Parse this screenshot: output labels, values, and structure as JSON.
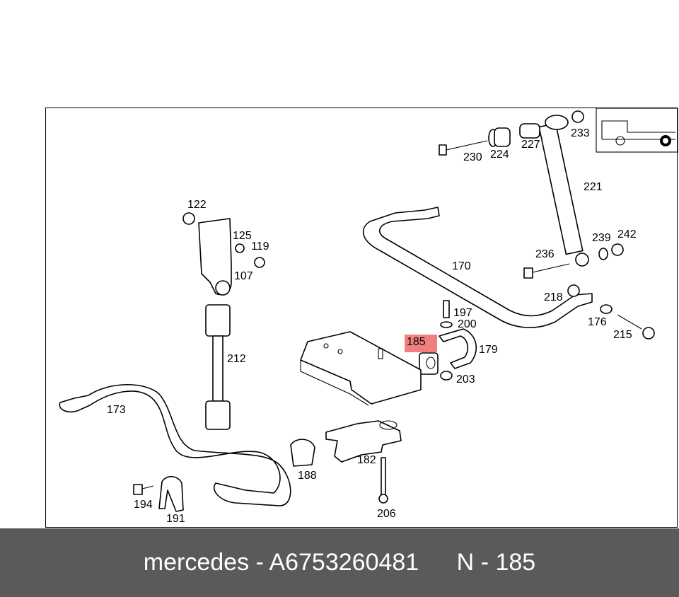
{
  "diagram": {
    "callouts": [
      {
        "id": "122",
        "text": "122"
      },
      {
        "id": "125",
        "text": "125"
      },
      {
        "id": "119",
        "text": "119"
      },
      {
        "id": "107",
        "text": "107"
      },
      {
        "id": "212",
        "text": "212"
      },
      {
        "id": "173",
        "text": "173"
      },
      {
        "id": "194",
        "text": "194"
      },
      {
        "id": "191",
        "text": "191"
      },
      {
        "id": "188",
        "text": "188"
      },
      {
        "id": "182",
        "text": "182"
      },
      {
        "id": "206",
        "text": "206"
      },
      {
        "id": "185",
        "text": "185",
        "highlighted": true
      },
      {
        "id": "197",
        "text": "197"
      },
      {
        "id": "200",
        "text": "200"
      },
      {
        "id": "179",
        "text": "179"
      },
      {
        "id": "203",
        "text": "203"
      },
      {
        "id": "170",
        "text": "170"
      },
      {
        "id": "236",
        "text": "236"
      },
      {
        "id": "218",
        "text": "218"
      },
      {
        "id": "176",
        "text": "176"
      },
      {
        "id": "215",
        "text": "215"
      },
      {
        "id": "239",
        "text": "239"
      },
      {
        "id": "242",
        "text": "242"
      },
      {
        "id": "221",
        "text": "221"
      },
      {
        "id": "230",
        "text": "230"
      },
      {
        "id": "224",
        "text": "224"
      },
      {
        "id": "227",
        "text": "227"
      },
      {
        "id": "233",
        "text": "233"
      }
    ],
    "highlight_color": "#f08080",
    "inset_icon": "truck-rear-axle-icon"
  },
  "footer": {
    "brand": "mercedes",
    "dash1": "-",
    "part_number": "A6753260481",
    "position_prefix": "N",
    "dash2": "-",
    "position_number": "185"
  },
  "colors": {
    "footer_bg": "#5a5a5a",
    "footer_text": "#ffffff"
  }
}
